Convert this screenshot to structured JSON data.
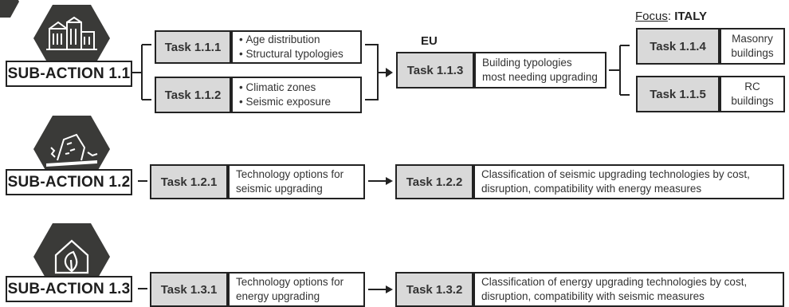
{
  "focus": {
    "prefix": "Focus",
    "country": "ITALY"
  },
  "eu_label": "EU",
  "subactions": [
    {
      "label": "SUB-ACTION 1.1",
      "icon": "buildings-icon"
    },
    {
      "label": "SUB-ACTION 1.2",
      "icon": "collapsed-building-icon"
    },
    {
      "label": "SUB-ACTION 1.3",
      "icon": "house-leaf-icon"
    }
  ],
  "tasks": {
    "t111": {
      "id": "Task 1.1.1",
      "bullets": [
        "Age distribution",
        "Structural typologies"
      ]
    },
    "t112": {
      "id": "Task 1.1.2",
      "bullets": [
        "Climatic zones",
        "Seismic exposure"
      ]
    },
    "t113": {
      "id": "Task 1.1.3",
      "desc": [
        "Building typologies",
        "most needing upgrading"
      ]
    },
    "t114": {
      "id": "Task 1.1.4",
      "desc": [
        "Masonry",
        "buildings"
      ]
    },
    "t115": {
      "id": "Task 1.1.5",
      "desc": [
        "RC",
        "buildings"
      ]
    },
    "t121": {
      "id": "Task 1.2.1",
      "desc": [
        "Technology options for",
        "seismic upgrading"
      ]
    },
    "t122": {
      "id": "Task 1.2.2",
      "desc": [
        "Classification of seismic upgrading technologies by cost,",
        "disruption, compatibility with energy measures"
      ]
    },
    "t131": {
      "id": "Task 1.3.1",
      "desc": [
        "Technology options for",
        "energy upgrading"
      ]
    },
    "t132": {
      "id": "Task 1.3.2",
      "desc": [
        "Classification of energy upgrading technologies by cost,",
        "disruption, compatibility with seismic measures"
      ]
    }
  }
}
